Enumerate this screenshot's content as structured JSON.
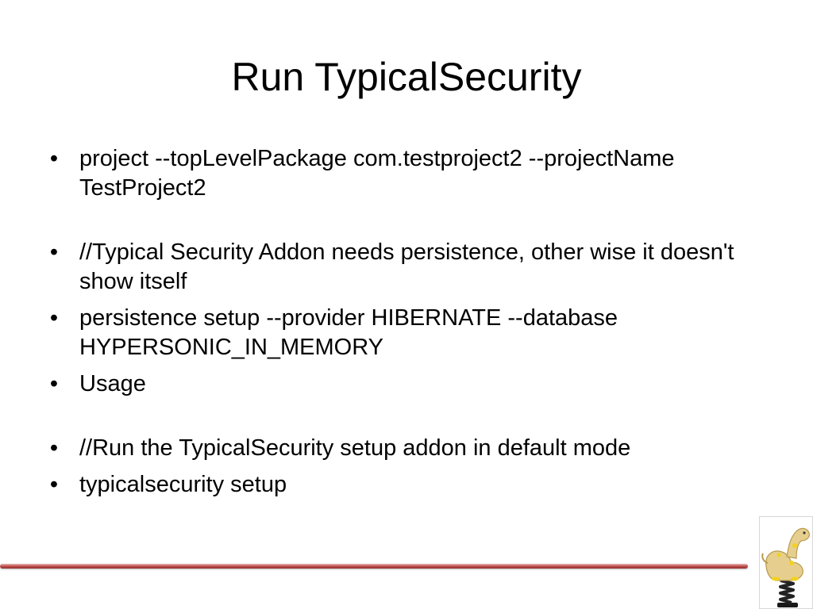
{
  "slide": {
    "title": "Run TypicalSecurity",
    "bullet_symbol": "•",
    "bullets": [
      "project --topLevelPackage com.testproject2 --projectName TestProject2",
      "//Typical Security Addon needs persistence, other wise it doesn't show itself",
      "persistence setup --provider HIBERNATE --database HYPERSONIC_IN_MEMORY",
      "Usage",
      "//Run the TypicalSecurity setup addon in default mode",
      "typicalsecurity setup"
    ]
  },
  "colors": {
    "footer_line": "#c0504d",
    "text": "#000000",
    "background": "#ffffff"
  },
  "icons": {
    "logo": "spring-rider-dinosaur-icon"
  }
}
